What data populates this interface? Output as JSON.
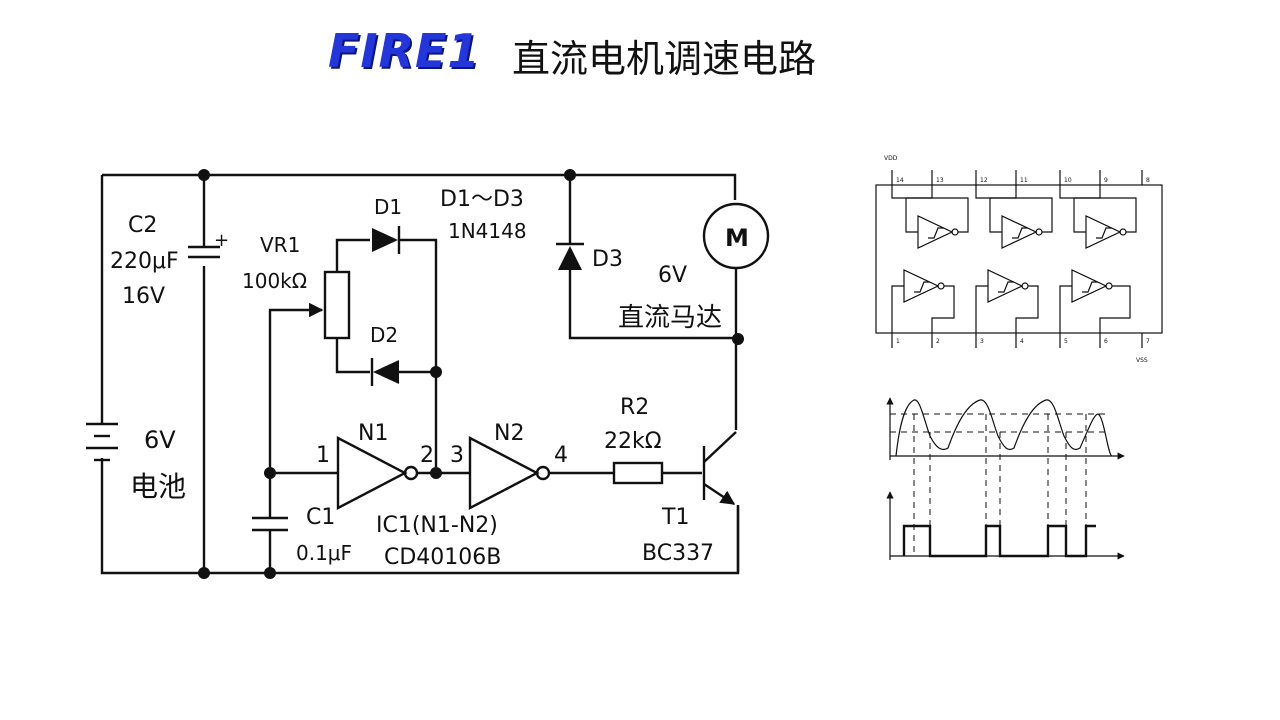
{
  "header": {
    "logo": "FIRE1",
    "title": "直流电机调速电路"
  },
  "circuit": {
    "c2_name": "C2",
    "c2_value": "220μF",
    "c2_voltage": "16V",
    "c2_plus": "+",
    "battery_voltage": "6V",
    "battery_label": "电池",
    "vr1_name": "VR1",
    "vr1_value": "100kΩ",
    "d1_name": "D1",
    "d2_name": "D2",
    "d3_name": "D3",
    "diodes_range": "D1～D3",
    "diodes_part": "1N4148",
    "motor_symbol": "M",
    "motor_voltage": "6V",
    "motor_label": "直流马达",
    "n1_name": "N1",
    "n2_name": "N2",
    "pin1": "1",
    "pin2": "2",
    "pin3": "3",
    "pin4": "4",
    "r2_name": "R2",
    "r2_value": "22kΩ",
    "c1_name": "C1",
    "c1_value": "0.1μF",
    "ic_name": "IC1(N1-N2)",
    "ic_part": "CD40106B",
    "t1_name": "T1",
    "t1_part": "BC337"
  },
  "pinout": {
    "vdd": "VDD",
    "vss": "VSS",
    "top_pins": [
      "14",
      "13",
      "12",
      "11",
      "10",
      "9",
      "8"
    ],
    "bottom_pins": [
      "1",
      "2",
      "3",
      "4",
      "5",
      "6",
      "7"
    ]
  }
}
